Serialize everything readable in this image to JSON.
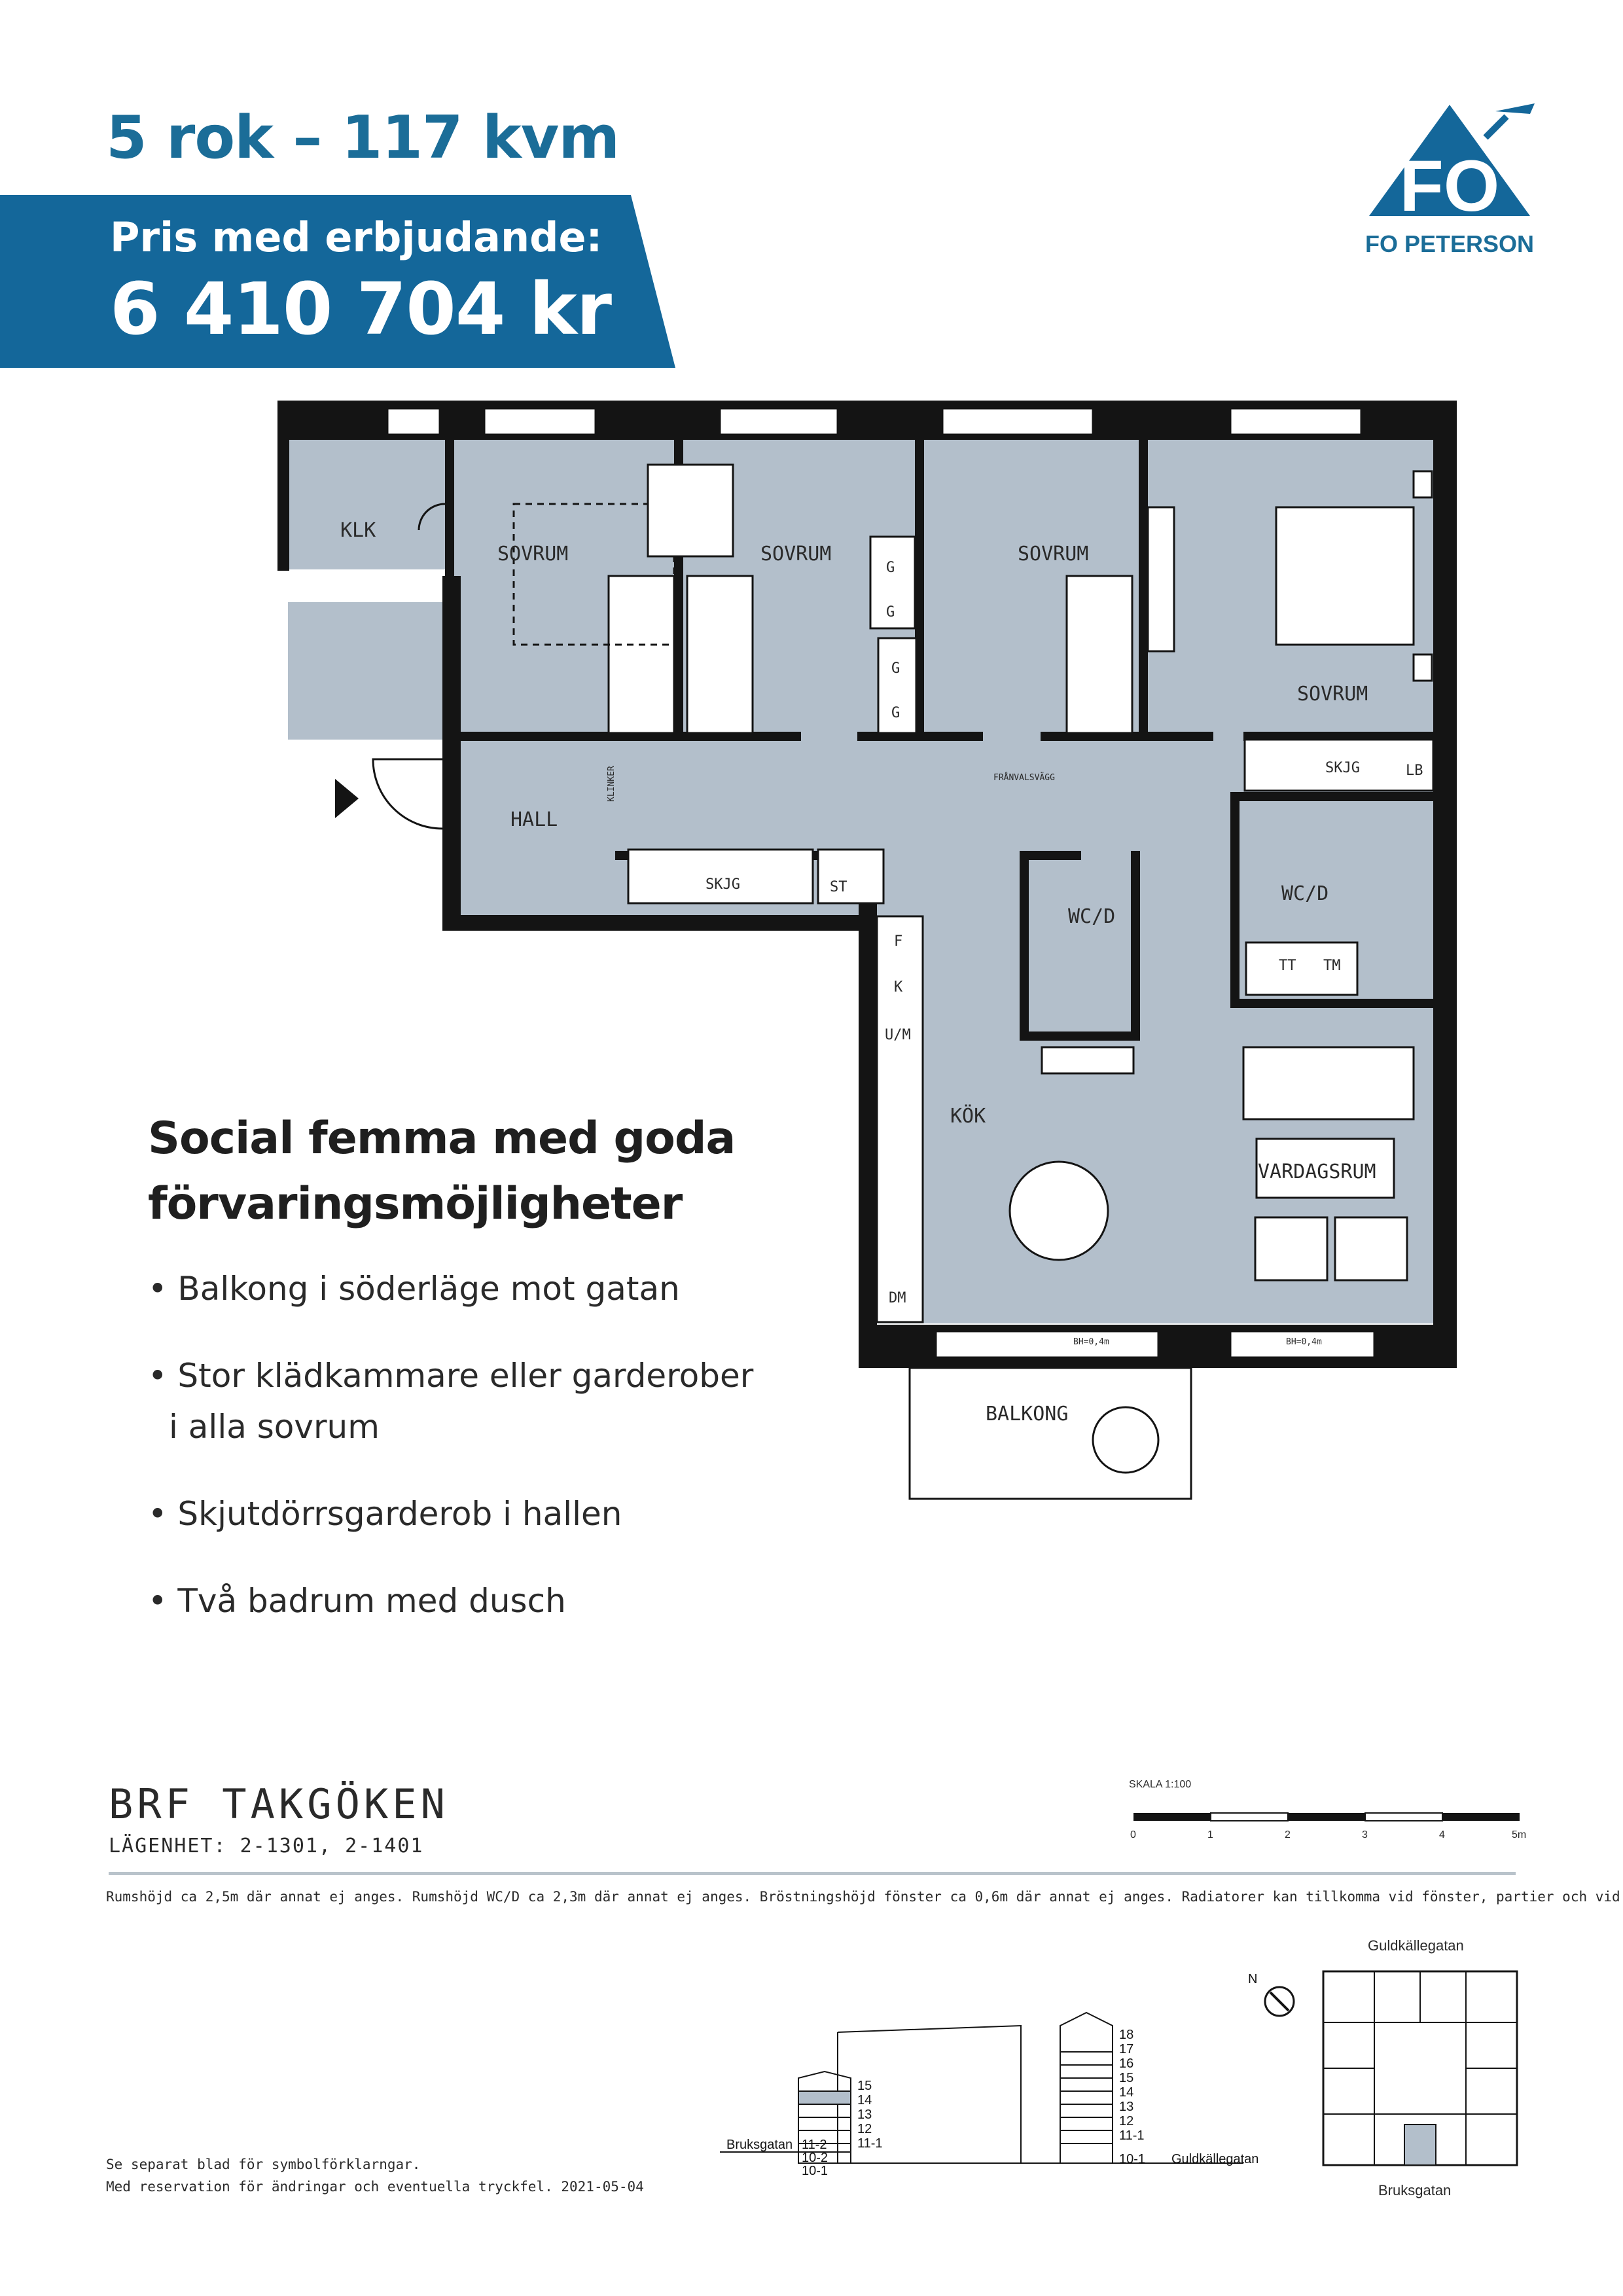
{
  "header": {
    "headline": "5 rok – 117  kvm",
    "price_label": "Pris med erbjudande:",
    "price_value": "6 410 704 kr"
  },
  "logo": {
    "mark": "FO",
    "name": "FO PETERSON",
    "icon": "trowel-triangle-logo"
  },
  "plan": {
    "rooms": {
      "klk": "KLK",
      "sovrum": "SOVRUM",
      "hall": "HALL",
      "wcd": "WC/D",
      "kok": "KÖK",
      "vardagsrum": "VARDAGSRUM",
      "balkong": "BALKONG"
    },
    "labels": {
      "skjg": "SKJG",
      "st": "ST",
      "lb": "LB",
      "g": "G",
      "f": "F",
      "k": "K",
      "um": "U/M",
      "dm": "DM",
      "tt": "TT",
      "tm": "TM",
      "klinker": "KLINKER",
      "franvalsvagg": "FRÅNVALSVÄGG",
      "bh": "BH=0,4m"
    }
  },
  "features": {
    "title_lines": [
      "Social femma med goda",
      "förvaringsmöjligheter"
    ],
    "bullets": [
      "• Balkong i söderläge mot gatan",
      "• Stor klädkammare eller garderober",
      "i alla sovrum",
      "• Skjutdörrsgarderob i hallen",
      "• Två badrum med dusch"
    ]
  },
  "footer": {
    "brf": "BRF TAKGÖKEN",
    "lagenhet": "LÄGENHET: 2-1301, 2-1401",
    "note": "Rumshöjd ca 2,5m där annat ej anges. Rumshöjd WC/D ca 2,3m där annat ej anges. Bröstningshöjd fönster ca 0,6m där annat ej anges. Radiatorer kan tillkomma vid fönster, partier och vid vägg.",
    "foot_lines": [
      "Se separat blad för symbolförklarngar.",
      "Med reservation för ändringar och eventuella tryckfel. 2021-05-04"
    ],
    "scale_label": "SKALA 1:100",
    "scale_ticks": [
      "0",
      "1",
      "2",
      "3",
      "4",
      "5m"
    ],
    "north": "N",
    "site_top": "Guldkällegatan",
    "site_bottom": "Bruksgatan",
    "section_left_floors": [
      "15",
      "14",
      "13",
      "12",
      "11-1"
    ],
    "section_right_floors": [
      "18",
      "17",
      "16",
      "15",
      "14",
      "13",
      "12",
      "11-1",
      "10-1"
    ],
    "section_left_street": "Bruksgatan",
    "section_left_levels": [
      "11-2",
      "10-2",
      "10-1"
    ],
    "section_right_street": "Guldkällegatan"
  },
  "colors": {
    "brand_blue": "#14679a",
    "floor": "#b3bfcb",
    "wall": "#141414"
  }
}
